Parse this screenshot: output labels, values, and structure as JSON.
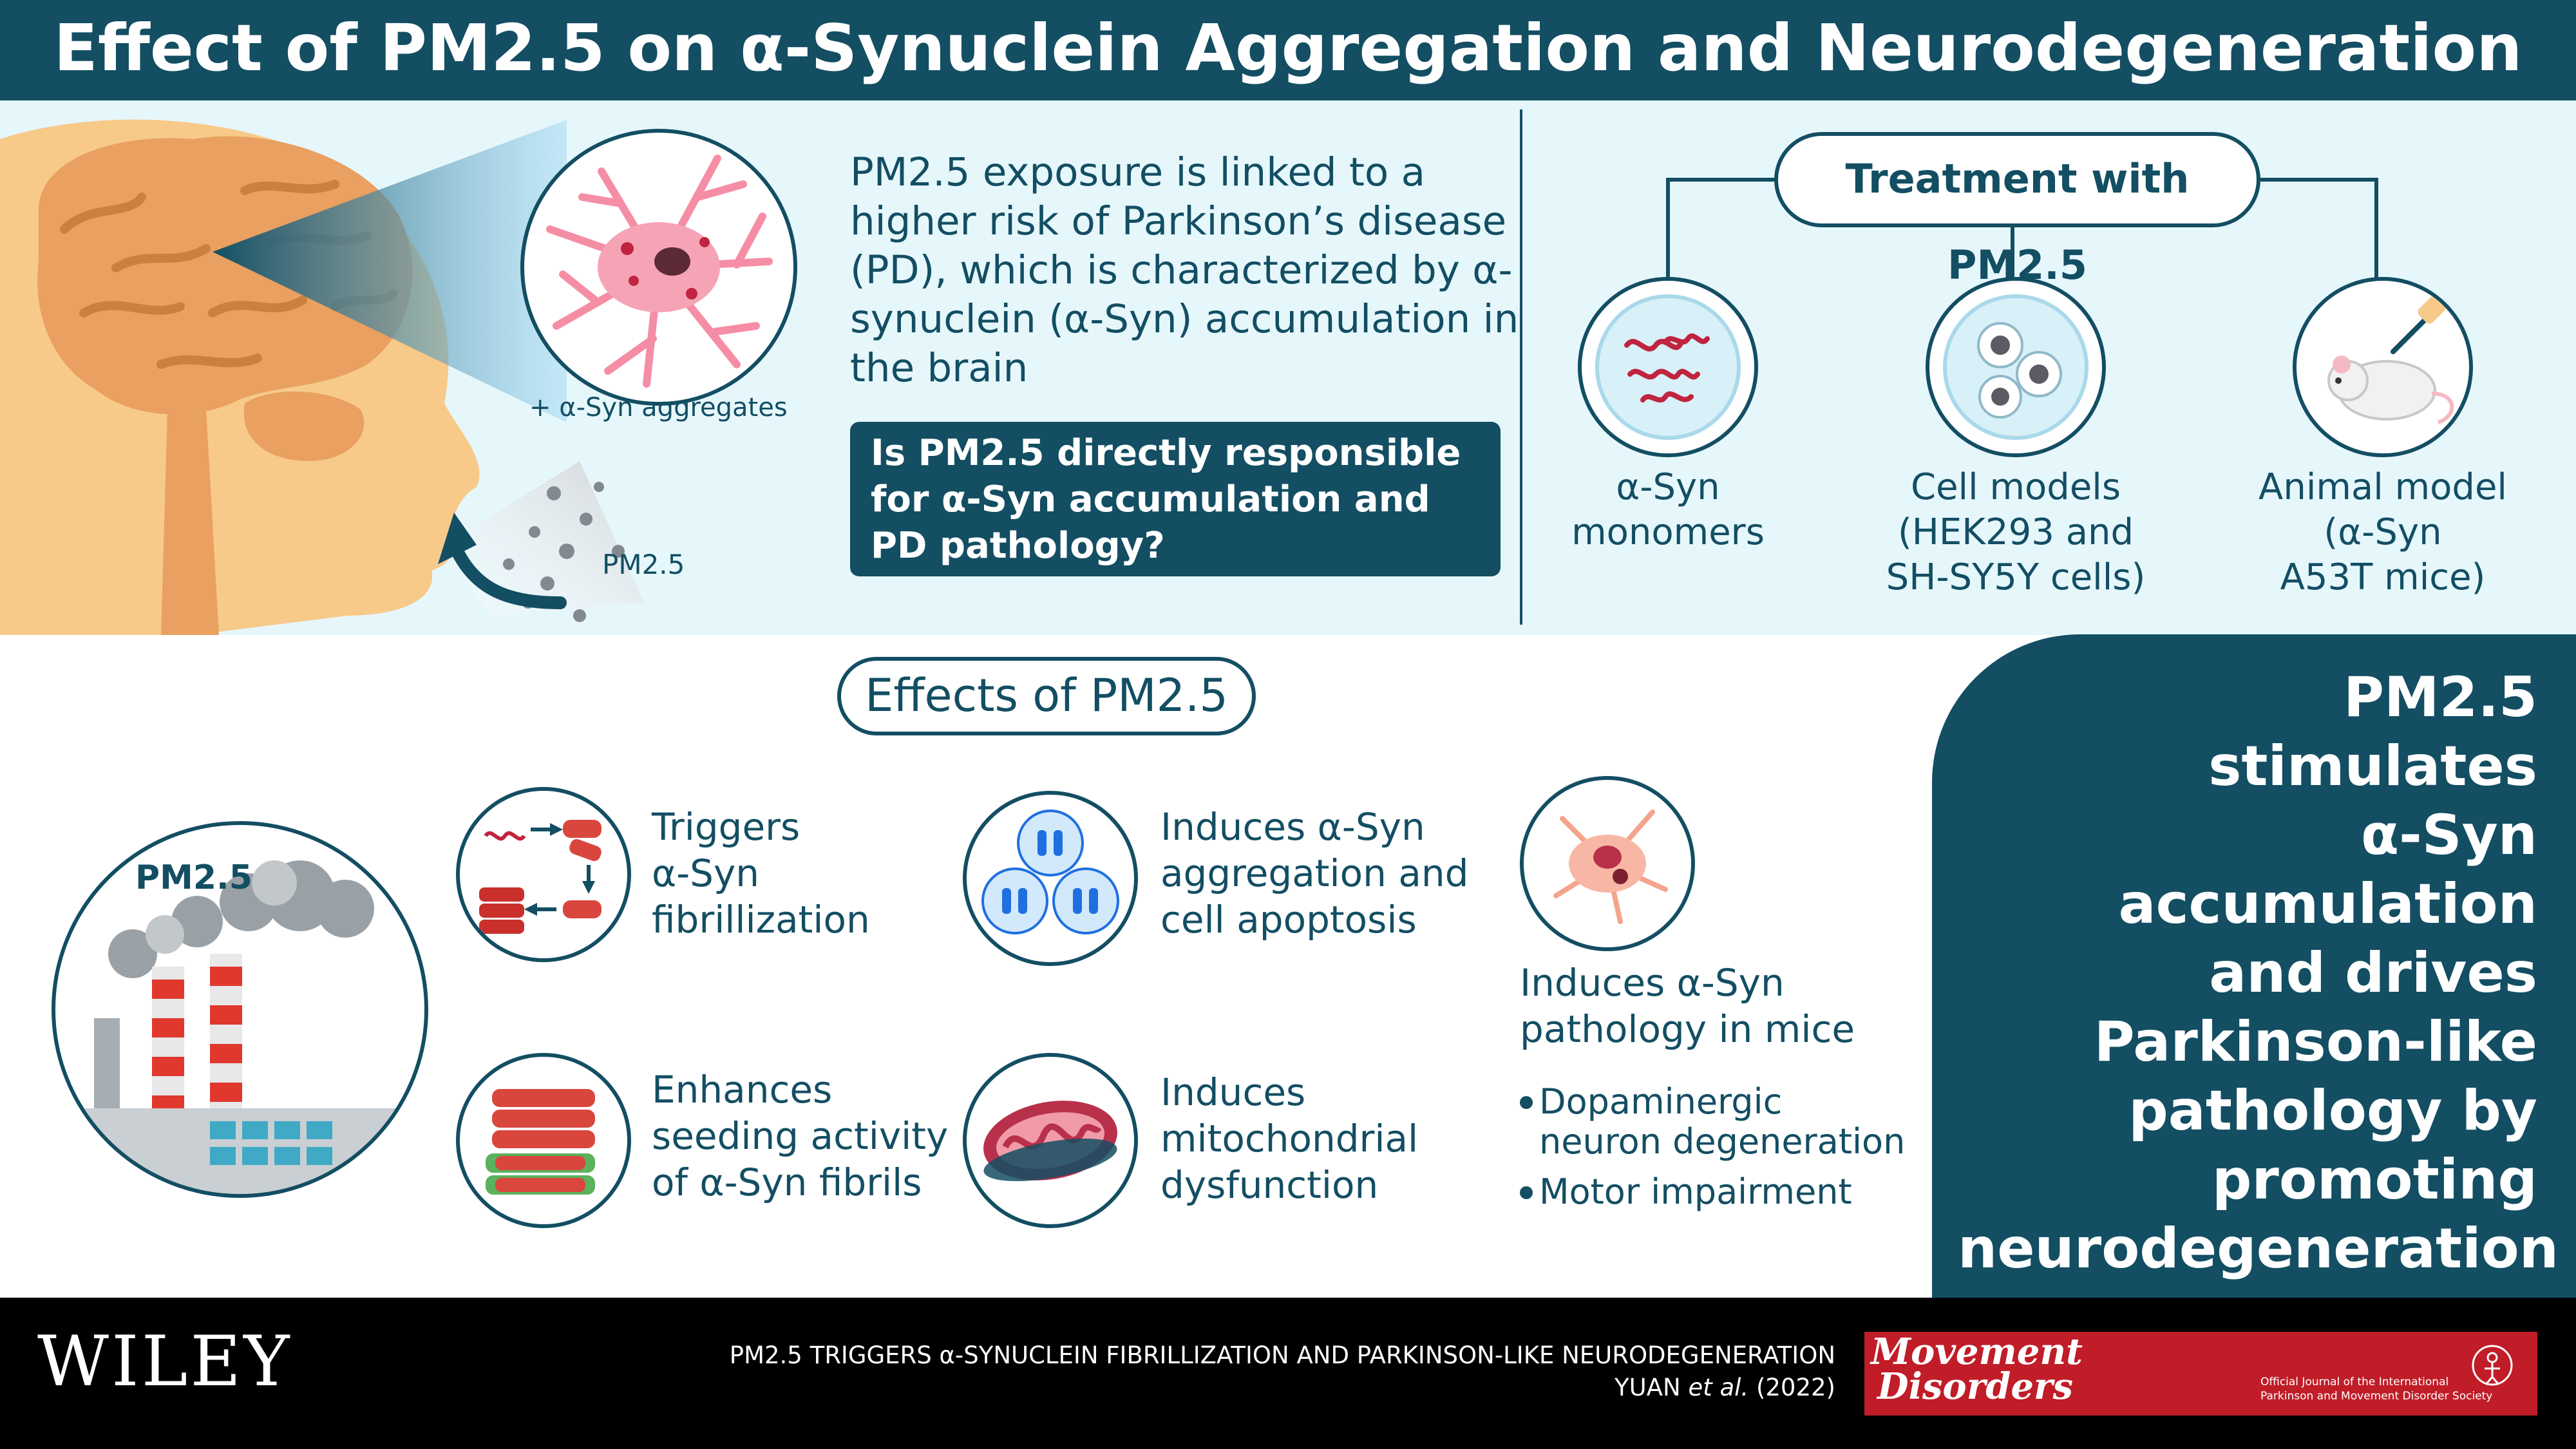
{
  "header": {
    "title": "Effect of PM2.5 on α-Synuclein Aggregation and Neurodegeneration"
  },
  "intro": {
    "aggregates_label": "+ α-Syn aggregates",
    "pm_label": "PM2.5",
    "text": "PM2.5 exposure is linked to a higher risk of Parkinson’s disease (PD), which is characterized by α-synuclein (α-Syn) accumulation in the brain",
    "question": "Is PM2.5 directly responsible for α-Syn accumulation and PD pathology?"
  },
  "treatment": {
    "title": "Treatment with PM2.5",
    "models": [
      {
        "label_lines": [
          "α-Syn",
          "monomers"
        ],
        "icon": "monomer-dish-icon"
      },
      {
        "label_lines": [
          "Cell models",
          "(HEK293 and",
          "SH-SY5Y cells)"
        ],
        "icon": "cell-dish-icon"
      },
      {
        "label_lines": [
          "Animal model",
          "(α-Syn",
          "A53T mice)"
        ],
        "icon": "mouse-injection-icon"
      }
    ]
  },
  "effects": {
    "title": "Effects of PM2.5",
    "factory_label": "PM2.5",
    "items": [
      {
        "lines": [
          "Triggers",
          "α-Syn",
          "fibrillization"
        ],
        "icon": "fibrillization-icon"
      },
      {
        "lines": [
          "Enhances",
          "seeding activity",
          "of α-Syn fibrils"
        ],
        "icon": "fibril-seeding-icon"
      },
      {
        "lines": [
          "Induces α-Syn",
          "aggregation and",
          "cell apoptosis"
        ],
        "icon": "cell-aggregation-icon"
      },
      {
        "lines": [
          "Induces",
          "mitochondrial",
          "dysfunction"
        ],
        "icon": "mitochondria-icon"
      }
    ],
    "mice": {
      "lines": [
        "Induces α-Syn",
        "pathology in mice"
      ],
      "bullets": [
        [
          "Dopaminergic",
          "neuron degeneration"
        ],
        [
          "Motor impairment"
        ]
      ],
      "icon": "neuron-icon"
    }
  },
  "summary": {
    "lines": [
      "PM2.5",
      "stimulates",
      "α-Syn",
      "accumulation",
      "and drives",
      "Parkinson-like",
      "pathology by",
      "promoting",
      "neurodegeneration"
    ]
  },
  "footer": {
    "publisher": "WILEY",
    "article_title": "PM2.5 TRIGGERS α-SYNUCLEIN FIBRILLIZATION AND PARKINSON-LIKE NEURODEGENERATION",
    "citation_author": "YUAN",
    "citation_etal": "et al.",
    "citation_year": "(2022)",
    "journal_line1": "Movement",
    "journal_line2": "Disorders",
    "journal_tagline_1": "Official Journal of the International",
    "journal_tagline_2": "Parkinson and Movement Disorder Society"
  },
  "colors": {
    "primary": "#134e63",
    "panel": "#e6f7fc",
    "accent_red": "#c01d28"
  }
}
